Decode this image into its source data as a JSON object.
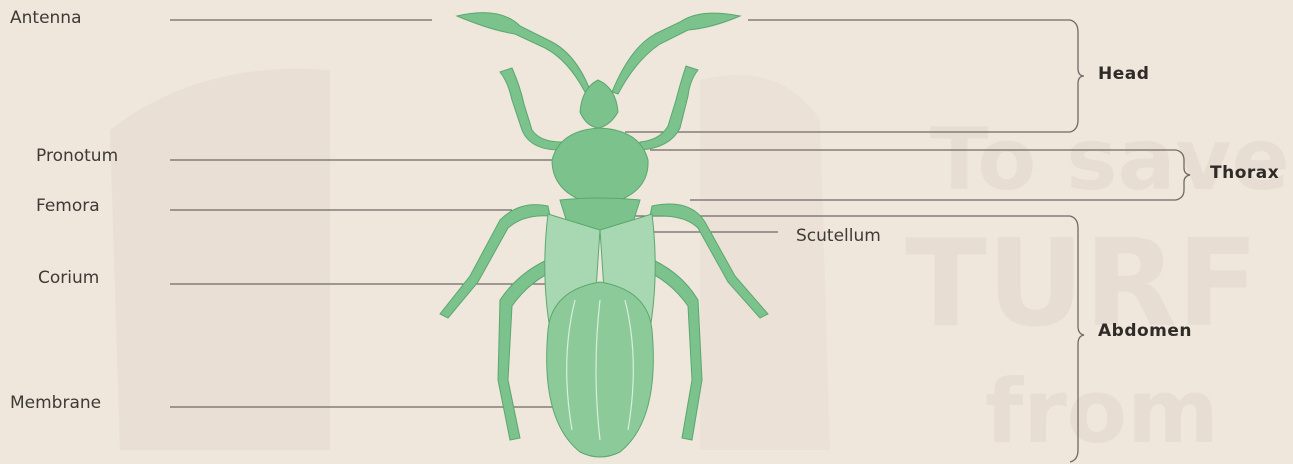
{
  "labels": {
    "antenna": "Antenna",
    "pronotum": "Pronotum",
    "femora": "Femora",
    "corium": "Corium",
    "membrane": "Membrane",
    "scutellum": "Scutellum"
  },
  "groups": {
    "head": "Head",
    "thorax": "Thorax",
    "abdomen": "Abdomen"
  },
  "background_text": {
    "line1": "To save",
    "line2": "TURF",
    "line3": "from"
  },
  "colors": {
    "paper": "#efe6dc",
    "insect": "#7cc28c",
    "insect_dark": "#5aa86e",
    "lines": "#6f6a66",
    "text": "#3e3a36"
  },
  "icons": {
    "insect": "chinch-bug-illustration"
  }
}
